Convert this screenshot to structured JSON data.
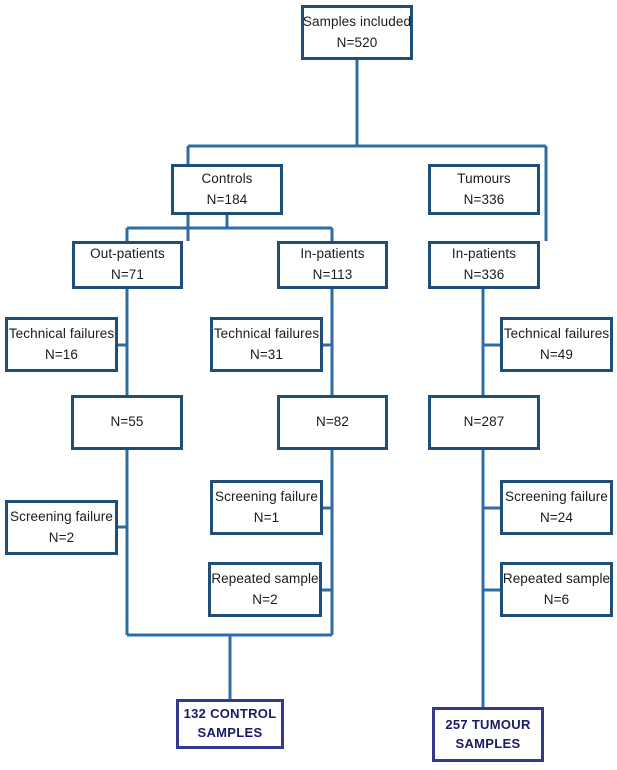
{
  "diagram": {
    "title": "Sample inclusion flow diagram",
    "colors": {
      "box_border": "#1F4E79",
      "terminal_border": "#33398C",
      "connector": "#2E6DA4",
      "background": "#FFFFFF",
      "text": "#1B1B1B"
    },
    "nodes": {
      "samples_included": {
        "line1": "Samples included",
        "line2": "N=520"
      },
      "controls": {
        "line1": "Controls",
        "line2": "N=184"
      },
      "tumours": {
        "line1": "Tumours",
        "line2": "N=336"
      },
      "control_outpatients": {
        "line1": "Out-patients",
        "line2": "N=71"
      },
      "control_inpatients": {
        "line1": "In-patients",
        "line2": "N=113"
      },
      "tumour_inpatients": {
        "line1": "In-patients",
        "line2": "N=336"
      },
      "tech_fail_out": {
        "line1": "Technical failures",
        "line2": "N=16"
      },
      "tech_fail_in": {
        "line1": "Technical failures",
        "line2": "N=31"
      },
      "tech_fail_tumour": {
        "line1": "Technical failures",
        "line2": "N=49"
      },
      "remaining_out": {
        "line1": "N=55",
        "line2": ""
      },
      "remaining_in": {
        "line1": "N=82",
        "line2": ""
      },
      "remaining_tumour": {
        "line1": "N=287",
        "line2": ""
      },
      "screen_fail_out": {
        "line1": "Screening failure",
        "line2": "N=2"
      },
      "screen_fail_in": {
        "line1": "Screening failure",
        "line2": "N=1"
      },
      "screen_fail_tumour": {
        "line1": "Screening failure",
        "line2": "N=24"
      },
      "repeated_in": {
        "line1": "Repeated sample",
        "line2": "N=2"
      },
      "repeated_tumour": {
        "line1": "Repeated sample",
        "line2": "N=6"
      },
      "final_controls": {
        "line1": "132 CONTROL",
        "line2": "SAMPLES"
      },
      "final_tumours": {
        "line1": "257  TUMOUR",
        "line2": "SAMPLES"
      }
    }
  }
}
